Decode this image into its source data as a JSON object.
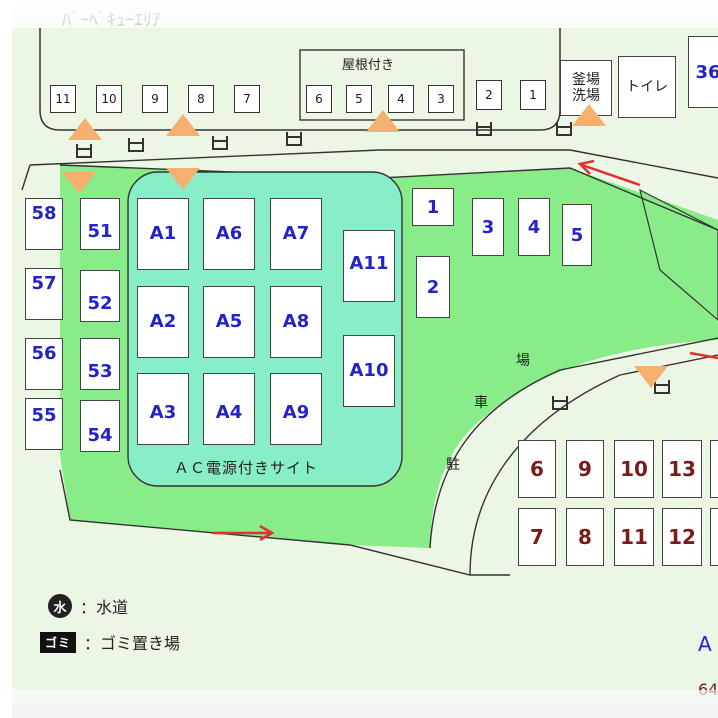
{
  "map": {
    "covered_label": "屋根付き",
    "ac_area_label": "ＡＣ電源付きサイト",
    "parking_chars": [
      "駐",
      "車",
      "場"
    ],
    "facilities": {
      "kitchen_laundry": "釜場\n洗場",
      "toilet": "トイレ",
      "site_36": "36"
    },
    "top_bar_text": "ﾊﾞｰﾍﾞｷｭｰｴﾘｱ",
    "bbq_numbers": [
      "11",
      "10",
      "9",
      "8",
      "7",
      "6",
      "5",
      "4",
      "3",
      "2",
      "1"
    ],
    "ac_sites": [
      "A1",
      "A6",
      "A7",
      "A2",
      "A5",
      "A8",
      "A3",
      "A4",
      "A9",
      "A11",
      "A10"
    ],
    "left_column_a": [
      "58",
      "57",
      "56",
      "55"
    ],
    "left_column_b": [
      "51",
      "52",
      "53",
      "54"
    ],
    "free_sites": [
      "1",
      "2",
      "3",
      "4",
      "5"
    ],
    "brown_sites_top": [
      "6",
      "9",
      "10",
      "13"
    ],
    "brown_sites_bottom": [
      "7",
      "8",
      "11",
      "12"
    ],
    "corner_text": {
      "a": "A",
      "b": "64"
    }
  },
  "legend": {
    "water_icon": "水",
    "water_label": "：水道",
    "trash_icon": "ゴミ",
    "trash_label": "：ゴミ置き場"
  },
  "colors": {
    "grass": "#88ec88",
    "ac_area": "#88eec8",
    "arrow": "#e03030",
    "marker": "#f5b070"
  }
}
